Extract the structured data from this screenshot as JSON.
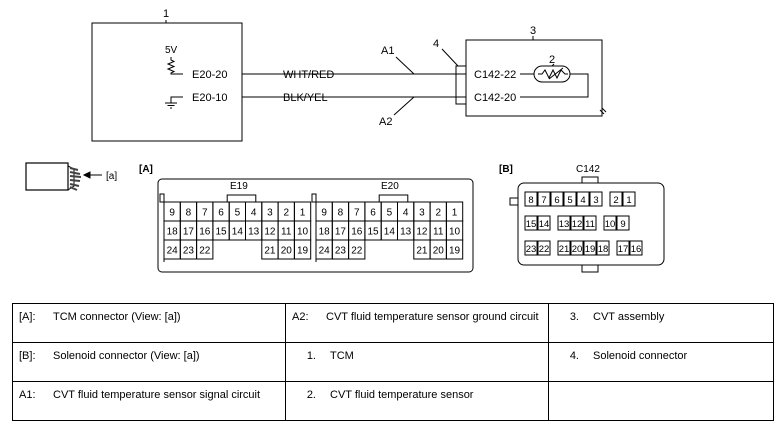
{
  "diagram": {
    "callouts": {
      "tcm": "1",
      "sensor": "2",
      "cvt_assembly": "3",
      "solenoid_connector": "4"
    },
    "supply_voltage": "5V",
    "wires": [
      {
        "id": "A1",
        "from_pin": "E20-20",
        "color": "WHT/RED",
        "to_pin": "C142-22"
      },
      {
        "id": "A2",
        "from_pin": "E20-10",
        "color": "BLK/YEL",
        "to_pin": "C142-20"
      }
    ],
    "view_label": "[a]",
    "tcm_connector": {
      "label": "[A]",
      "sections": [
        {
          "name": "E19",
          "rows": [
            [
              "9",
              "8",
              "7",
              "6",
              "5",
              "4",
              "3",
              "2",
              "1"
            ],
            [
              "18",
              "17",
              "16",
              "15",
              "14",
              "13",
              "12",
              "11",
              "10"
            ],
            [
              "24",
              "23",
              "22",
              "",
              "",
              "",
              "21",
              "20",
              "19"
            ]
          ]
        },
        {
          "name": "E20",
          "rows": [
            [
              "9",
              "8",
              "7",
              "6",
              "5",
              "4",
              "3",
              "2",
              "1"
            ],
            [
              "18",
              "17",
              "16",
              "15",
              "14",
              "13",
              "12",
              "11",
              "10"
            ],
            [
              "24",
              "23",
              "22",
              "",
              "",
              "",
              "21",
              "20",
              "19"
            ]
          ]
        }
      ]
    },
    "solenoid_connector": {
      "label": "[B]",
      "name": "C142",
      "rows": [
        [
          [
            "8",
            "7",
            "6",
            "5",
            "4",
            "3"
          ],
          [
            "2",
            "1"
          ]
        ],
        [
          [
            "15",
            "14"
          ],
          [
            "13",
            "12",
            "11"
          ],
          [
            "10",
            "9"
          ]
        ],
        [
          [
            "23",
            "22"
          ],
          [
            "21",
            "20",
            "19",
            "18"
          ],
          [
            "17",
            "16"
          ]
        ]
      ]
    }
  },
  "legend": [
    [
      {
        "key": "[A]:",
        "text": "TCM connector (View: [a])"
      },
      {
        "key": "A2:",
        "text": "CVT fluid temperature sensor ground circuit"
      },
      {
        "key": "3.",
        "text": "CVT assembly"
      }
    ],
    [
      {
        "key": "[B]:",
        "text": "Solenoid connector (View: [a])"
      },
      {
        "key": "1.",
        "text": "TCM"
      },
      {
        "key": "4.",
        "text": "Solenoid connector"
      }
    ],
    [
      {
        "key": "A1:",
        "text": "CVT fluid temperature sensor signal circuit"
      },
      {
        "key": "2.",
        "text": "CVT fluid temperature sensor"
      },
      {
        "key": "",
        "text": ""
      }
    ]
  ]
}
